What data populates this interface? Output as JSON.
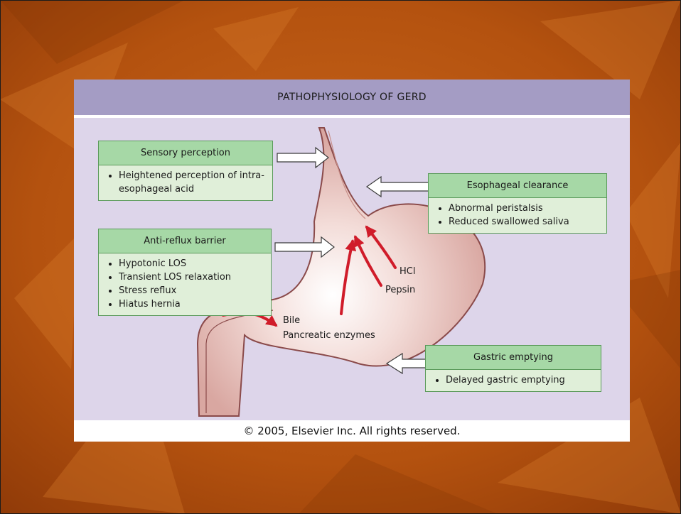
{
  "slide": {
    "colors": {
      "background": "#b4520f",
      "panel": "#ddd5ea",
      "title_bar": "#a49cc4",
      "factor_head": "#a6d8a6",
      "factor_body": "#e0efd9",
      "arrow_red": "#d01c2a",
      "stomach": "#d9a7a1"
    }
  },
  "figure": {
    "title": "PATHOPHYSIOLOGY OF GERD",
    "copyright": "© 2005, Elsevier Inc. All rights reserved."
  },
  "factors": {
    "sensory": {
      "heading": "Sensory perception",
      "items": [
        "Heightened perception of intra-esophageal acid"
      ]
    },
    "antireflux": {
      "heading": "Anti-reflux barrier",
      "items": [
        "Hypotonic LOS",
        "Transient LOS relaxation",
        "Stress reflux",
        "Hiatus hernia"
      ]
    },
    "clearance": {
      "heading": "Esophageal clearance",
      "items": [
        "Abnormal peristalsis",
        "Reduced swallowed saliva"
      ]
    },
    "emptying": {
      "heading": "Gastric emptying",
      "items": [
        "Delayed gastric emptying"
      ]
    }
  },
  "stomach_labels": {
    "hcl": "HCl",
    "pepsin": "Pepsin",
    "bile": "Bile",
    "pancreatic": "Pancreatic enzymes"
  }
}
